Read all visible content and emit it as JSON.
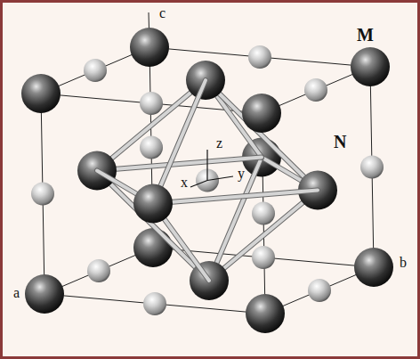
{
  "diagram": {
    "labels": [
      "M",
      "N",
      "c",
      "a",
      "b",
      "z",
      "x",
      "y"
    ]
  }
}
